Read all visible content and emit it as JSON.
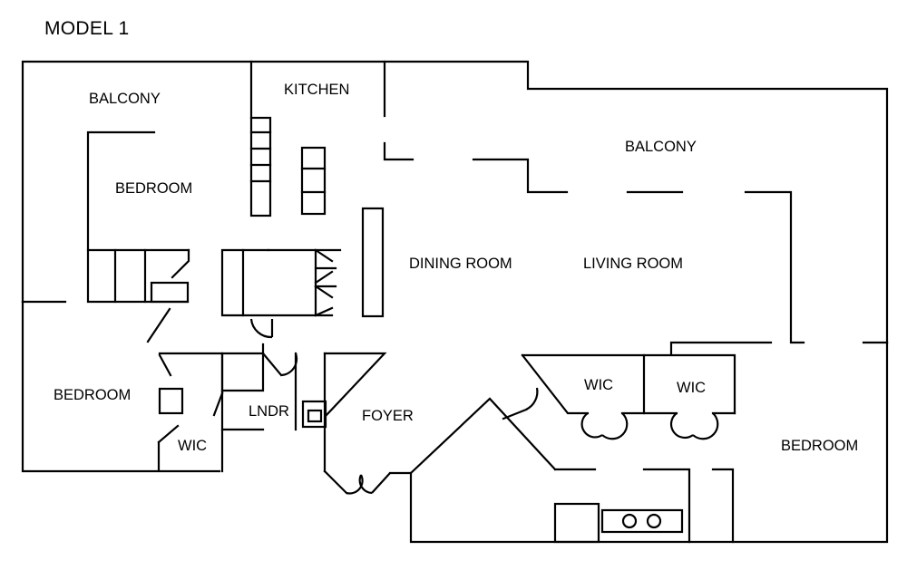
{
  "title": "MODEL 1",
  "rooms": {
    "balcony_left": "BALCONY",
    "kitchen": "KITCHEN",
    "balcony_right": "BALCONY",
    "bedroom_upper_left": "BEDROOM",
    "dining_room": "DINING ROOM",
    "living_room": "LIVING ROOM",
    "bedroom_lower_left": "BEDROOM",
    "laundry": "LNDR",
    "foyer": "FOYER",
    "wic_left": "WIC",
    "wic_center": "WIC",
    "wic_right": "WIC",
    "bedroom_right": "BEDROOM"
  }
}
